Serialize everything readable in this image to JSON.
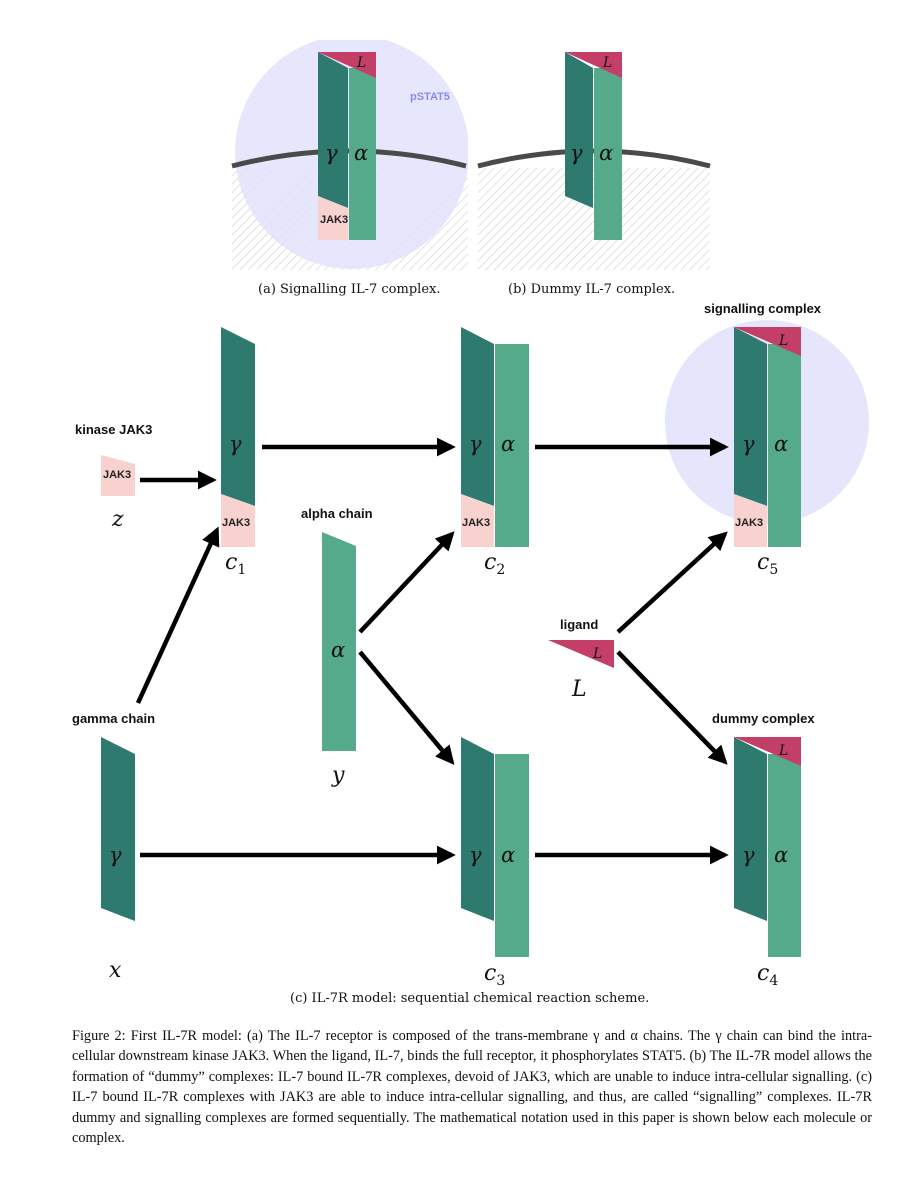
{
  "panel_a": {
    "caption": "(a) Signalling IL-7 complex.",
    "gamma": "γ",
    "alpha": "α",
    "ligand": "L",
    "jak3": "JAK3",
    "pstat5": "pSTAT5"
  },
  "panel_b": {
    "caption": "(b) Dummy IL-7 complex.",
    "gamma": "γ",
    "alpha": "α",
    "ligand": "L"
  },
  "panel_c": {
    "caption": "(c) IL-7R model: sequential chemical reaction scheme.",
    "labels": {
      "kinase_jak3": "kinase JAK3",
      "alpha_chain": "alpha chain",
      "gamma_chain": "gamma chain",
      "ligand": "ligand",
      "signalling_complex": "signalling complex",
      "dummy_complex": "dummy complex"
    },
    "symbols": {
      "gamma": "γ",
      "alpha": "α",
      "ligand": "L",
      "jak3": "JAK3"
    },
    "variables": {
      "z": "z",
      "x": "x",
      "y": "y",
      "L": "L",
      "c": "c",
      "c1_sub": "1",
      "c2_sub": "2",
      "c3_sub": "3",
      "c4_sub": "4",
      "c5_sub": "5"
    }
  },
  "figure_caption": "Figure 2: First IL-7R model: (a) The IL-7 receptor is composed of the trans-membrane γ and α chains. The γ chain can bind the intra-cellular downstream kinase JAK3. When the ligand, IL-7, binds the full receptor, it phosphorylates STAT5. (b) The IL-7R model allows the formation of “dummy” complexes: IL-7 bound IL-7R complexes, devoid of JAK3, which are unable to induce intra-cellular signalling. (c) IL-7 bound IL-7R complexes with JAK3 are able to induce intra-cellular signalling, and thus, are called “signalling” complexes. IL-7R dummy and signalling complexes are formed sequentially. The mathematical notation used in this paper is shown below each molecule or complex.",
  "colors": {
    "gamma_chain": "#2f7a6e",
    "alpha_chain": "#55aa8a",
    "ligand": "#c43f67",
    "jak3": "#f7d2cf",
    "signal_circle": "#e2e2fb",
    "membrane": "#4a4a4a",
    "arrow": "#000000"
  }
}
